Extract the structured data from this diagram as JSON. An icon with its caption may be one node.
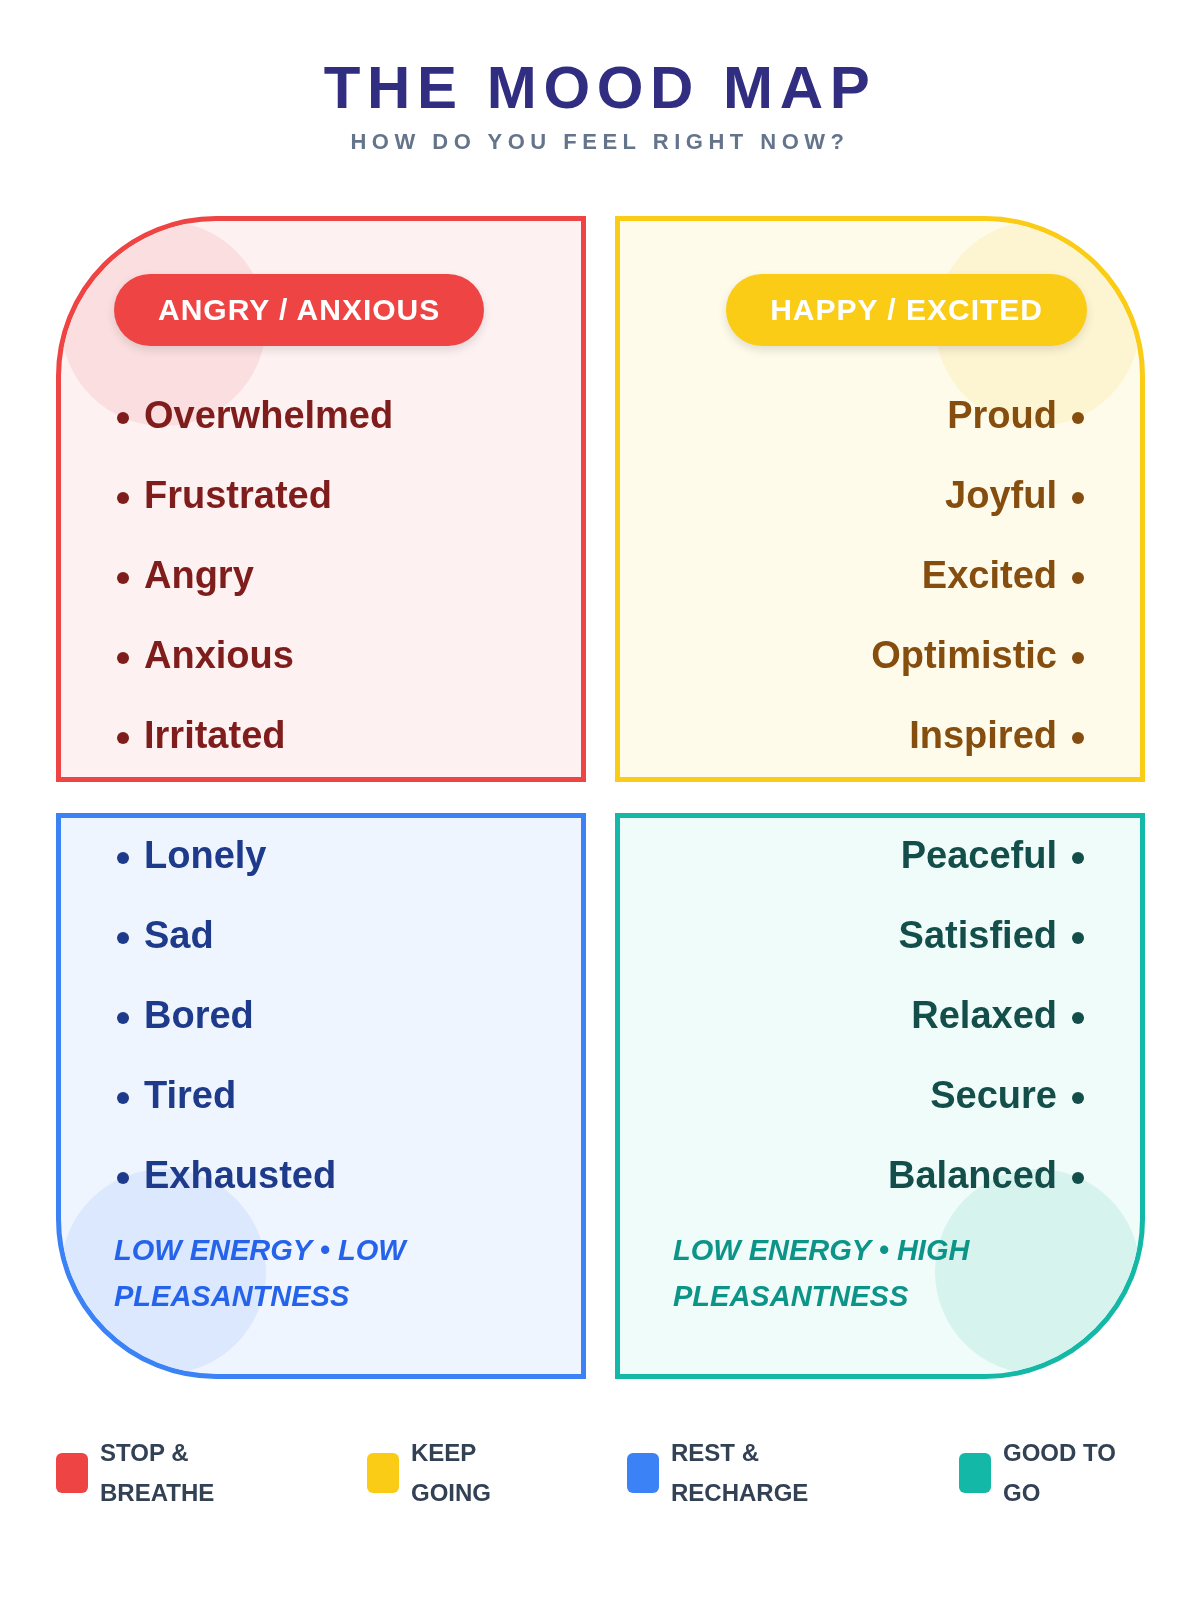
{
  "diagram": {
    "title": "THE MOOD MAP",
    "nodes": [
      {
        "text": [
          "Overwhelmed",
          "Frustrated",
          "Angry",
          "Anxious",
          "Irritated"
        ]
      },
      {
        "text": [
          "ANGRY / ANXIOUS"
        ],
        "in": 0
      },
      {
        "text": [
          "Proud",
          "Joyful",
          "Excited",
          "Optimistic",
          "Inspired"
        ]
      },
      {
        "text": [
          "HAPPY / EXCITED"
        ],
        "in": 2
      },
      {
        "text": [
          "Lonely",
          "Sad",
          "Bored",
          "Tired",
          "Exhausted",
          "LOW ENERGY • LOW PLEASANTNESS"
        ]
      },
      {
        "text": [
          "Peaceful",
          "Satisfied",
          "Relaxed",
          "Secure",
          "Balanced",
          "LOW ENERGY • HIGH PLEASANTNESS"
        ]
      }
    ],
    "labels": [
      "HOW DO YOU FEEL RIGHT NOW?"
    ],
    "legend": [
      {
        "text": "STOP & BREATHE",
        "color": "#ef4444"
      },
      {
        "text": "KEEP GOING",
        "color": "#facc15"
      },
      {
        "text": "REST & RECHARGE",
        "color": "#3b82f6"
      },
      {
        "text": "GOOD TO GO",
        "color": "#14b8a6"
      }
    ]
  }
}
